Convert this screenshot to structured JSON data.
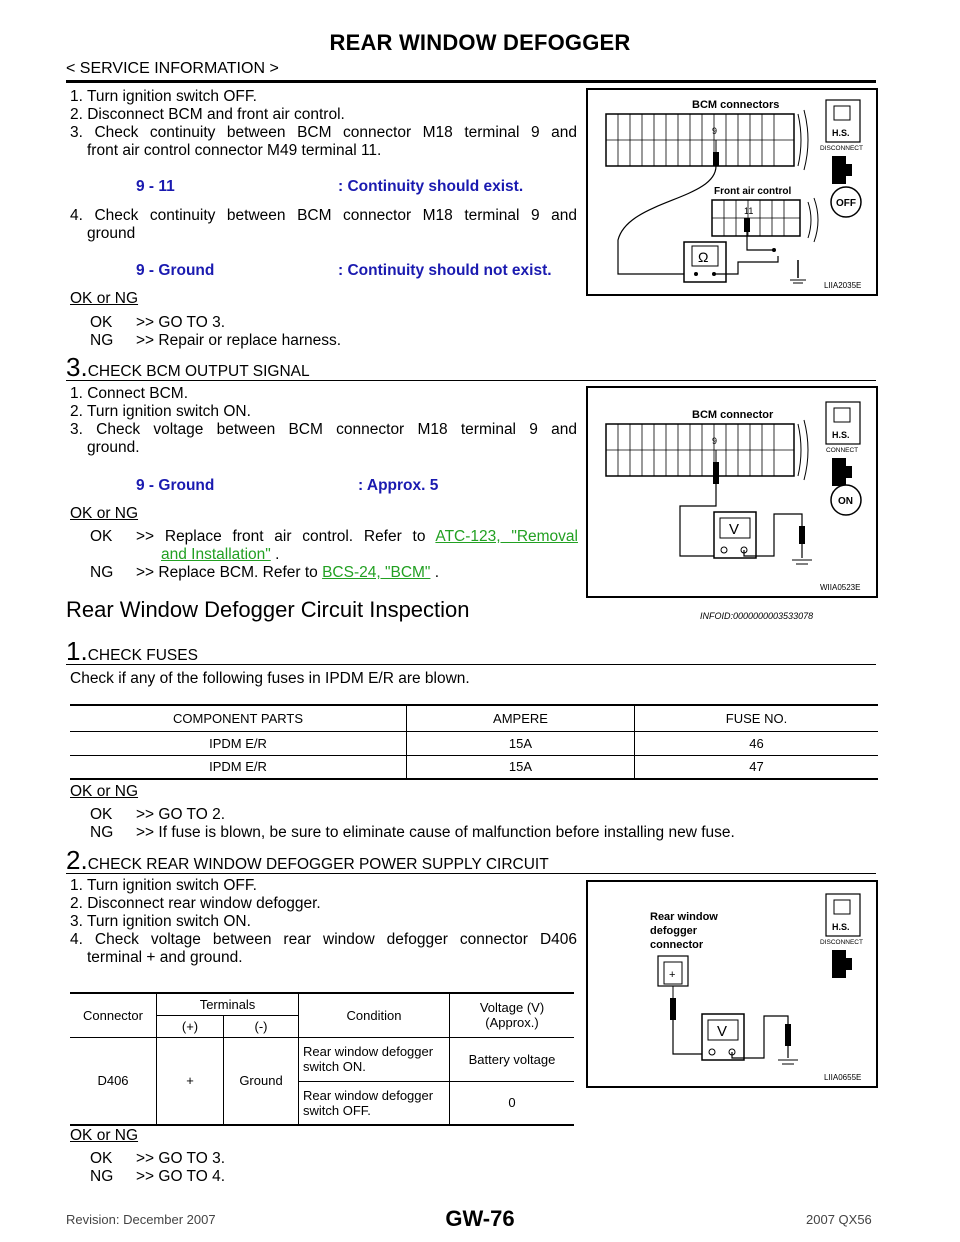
{
  "header": {
    "title": "REAR WINDOW DEFOGGER",
    "subtitle": "< SERVICE INFORMATION >"
  },
  "block1": {
    "steps": [
      "1. Turn ignition switch OFF.",
      "2. Disconnect BCM and front air control.",
      "3. Check continuity between BCM connector M18 terminal 9 and",
      "front air control connector M49 terminal 11.",
      "4. Check continuity between BCM connector M18 terminal 9 and",
      "ground"
    ],
    "spec1_left": "9 - 11",
    "spec1_right": ": Continuity should exist.",
    "spec2_left": "9 - Ground",
    "spec2_right": ": Continuity should not exist.",
    "ok_ng": "OK or NG",
    "ok": "OK",
    "ok_text": ">> GO TO 3.",
    "ng": "NG",
    "ng_text": ">> Repair or replace harness.",
    "figure": {
      "label_bcm": "BCM connectors",
      "label_front": "Front air control",
      "t9": "9",
      "t11": "11",
      "ohm": "Ω",
      "hs": "H.S.",
      "disconnect": "DISCONNECT",
      "off": "OFF",
      "code": "LIIA2035E"
    }
  },
  "step3": {
    "num": "3.",
    "title": "CHECK BCM OUTPUT SIGNAL",
    "steps": [
      "1. Connect BCM.",
      "2. Turn ignition switch ON.",
      "3. Check voltage between BCM connector M18 terminal 9 and",
      "ground."
    ],
    "spec_left": "9 - Ground",
    "spec_right": ": Approx. 5",
    "ok_ng": "OK or NG",
    "ok": "OK",
    "ok_text_pre": ">> Replace front air control. Refer to ",
    "ok_link_1": "ATC-123, \"Removal",
    "ok_link_2": "and Installation\"",
    "ok_text_post": " .",
    "ng": "NG",
    "ng_text_pre": ">> Replace BCM. Refer to ",
    "ng_link": "BCS-24, \"BCM\"",
    "ng_text_post": " .",
    "figure": {
      "label_bcm": "BCM connector",
      "t9": "9",
      "v": "V",
      "hs": "H.S.",
      "connect": "CONNECT",
      "on": "ON",
      "code": "WIIA0523E"
    }
  },
  "section": {
    "heading": "Rear Window Defogger Circuit Inspection",
    "infoid": "INFOID:0000000003533078"
  },
  "step1": {
    "num": "1.",
    "title": "CHECK FUSES",
    "text": "Check if any of the following fuses in IPDM E/R are blown.",
    "table": {
      "headers": [
        "COMPONENT PARTS",
        "AMPERE",
        "FUSE NO."
      ],
      "rows": [
        [
          "IPDM E/R",
          "15A",
          "46"
        ],
        [
          "IPDM E/R",
          "15A",
          "47"
        ]
      ]
    },
    "ok_ng": "OK or NG",
    "ok": "OK",
    "ok_text": ">> GO TO 2.",
    "ng": "NG",
    "ng_text": ">> If fuse is blown, be sure to eliminate cause of malfunction before installing new fuse."
  },
  "step2": {
    "num": "2.",
    "title": "CHECK REAR WINDOW DEFOGGER POWER SUPPLY CIRCUIT",
    "steps": [
      "1. Turn ignition switch OFF.",
      "2. Disconnect rear window defogger.",
      "3. Turn ignition switch ON.",
      "4. Check voltage between rear window defogger connector D406",
      "terminal + and ground."
    ],
    "table": {
      "h_connector": "Connector",
      "h_terminals": "Terminals",
      "h_plus": "(+)",
      "h_minus": "(-)",
      "h_condition": "Condition",
      "h_voltage_1": "Voltage (V)",
      "h_voltage_2": "(Approx.)",
      "connector": "D406",
      "plus": "+",
      "minus": "Ground",
      "cond1_1": "Rear window defogger",
      "cond1_2": "switch ON.",
      "volt1": "Battery voltage",
      "cond2_1": "Rear window defogger",
      "cond2_2": "switch OFF.",
      "volt2": "0"
    },
    "ok_ng": "OK or NG",
    "ok": "OK",
    "ok_text": ">> GO TO 3.",
    "ng": "NG",
    "ng_text": ">> GO TO 4.",
    "figure": {
      "label_1": "Rear window",
      "label_2": "defogger",
      "label_3": "connector",
      "plus": "+",
      "v": "V",
      "hs": "H.S.",
      "disconnect": "DISCONNECT",
      "code": "LIIA0655E"
    }
  },
  "footer": {
    "revision": "Revision: December 2007",
    "page": "GW-76",
    "model": "2007 QX56"
  }
}
